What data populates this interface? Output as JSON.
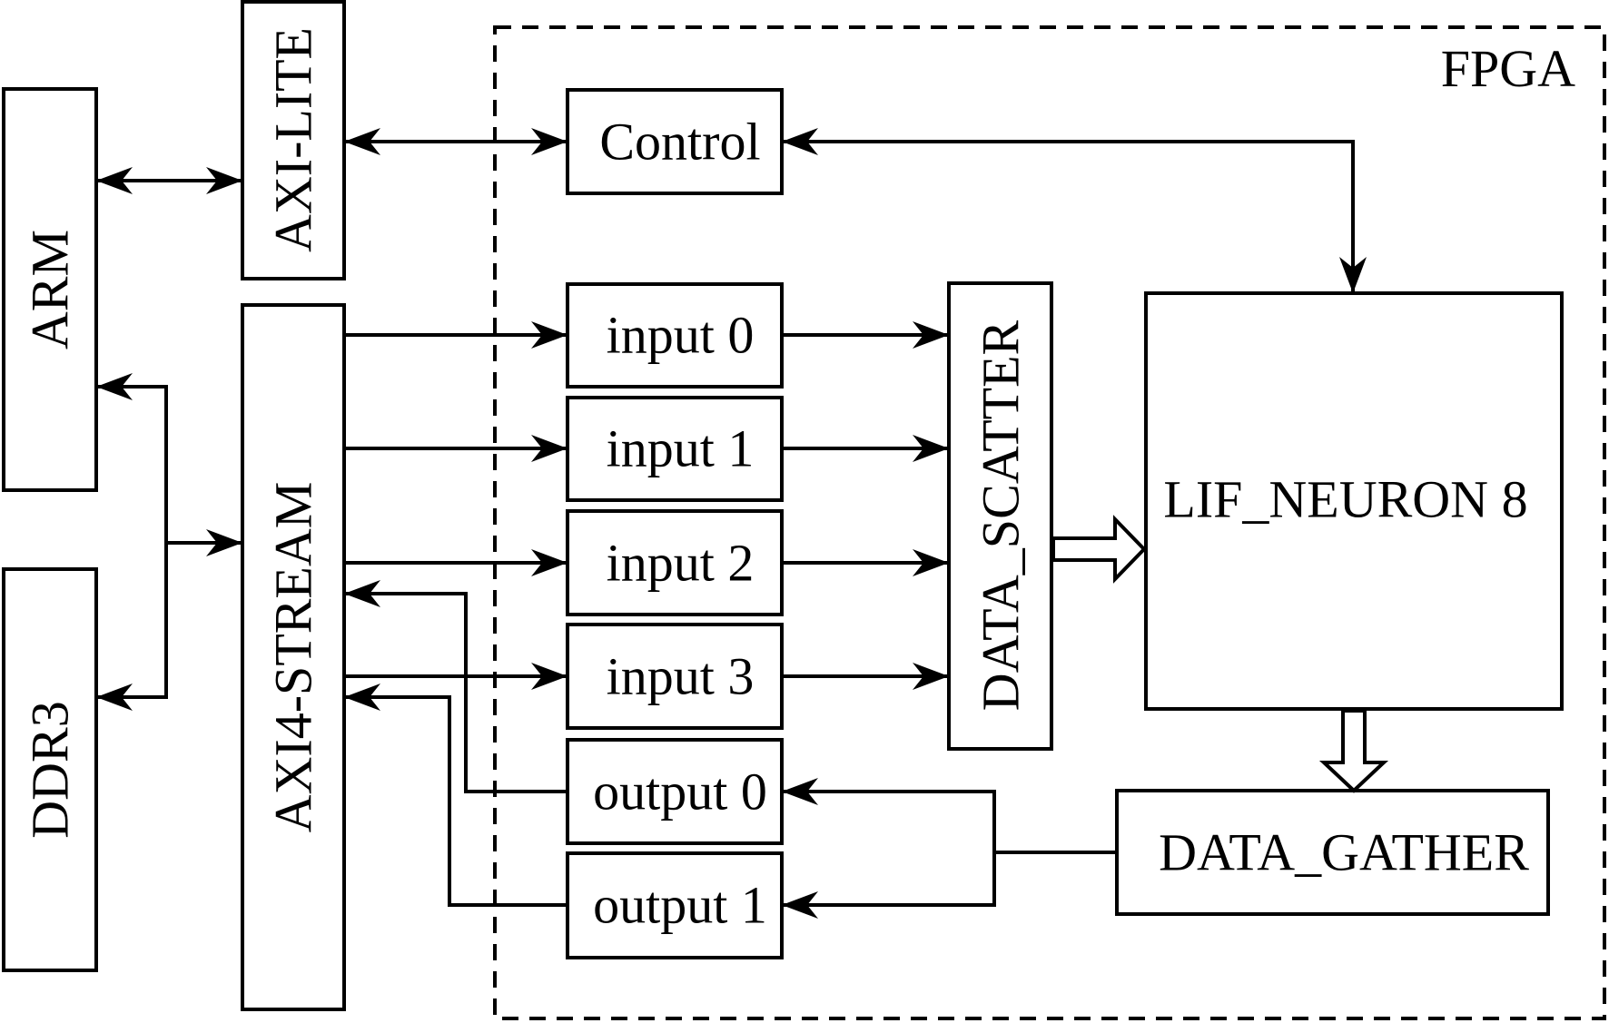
{
  "fpga_label": "FPGA",
  "blocks": {
    "arm": "ARM",
    "ddr3": "DDR3",
    "axi_lite": "AXI-LITE",
    "axi4_stream": "AXI4-STREAM",
    "control": "Control",
    "input0": "input 0",
    "input1": "input 1",
    "input2": "input 2",
    "input3": "input 3",
    "output0": "output 0",
    "output1": "output 1",
    "data_scatter": "DATA_SCATTER",
    "lif_neuron": "LIF_NEURON 8",
    "data_gather": "DATA_GATHER"
  }
}
